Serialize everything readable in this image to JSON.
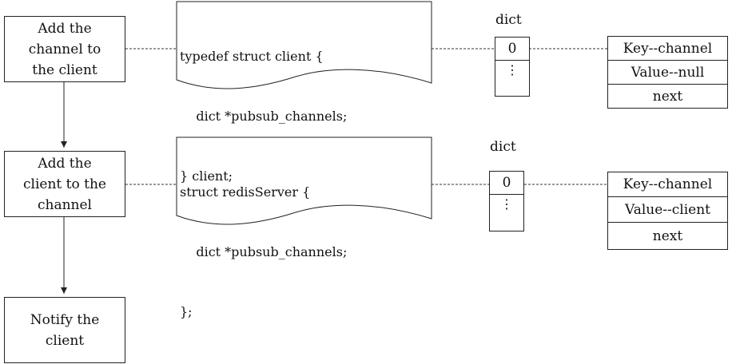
{
  "steps": [
    {
      "label": "Add the\nchannel to\nthe client"
    },
    {
      "label": "Add the\nclient to the\nchannel"
    },
    {
      "label": "Notify the\nclient"
    }
  ],
  "code_blocks": [
    {
      "lines": [
        "typedef struct client {",
        "    dict *pubsub_channels;",
        "} client;"
      ]
    },
    {
      "lines": [
        "struct redisServer {",
        "    dict *pubsub_channels;",
        "};"
      ]
    }
  ],
  "dicts": [
    {
      "title": "dict",
      "slot": "0",
      "more": "⋮"
    },
    {
      "title": "dict",
      "slot": "0",
      "more": "⋮"
    }
  ],
  "entries": [
    {
      "key": "Key--channel",
      "value": "Value--null",
      "next": "next"
    },
    {
      "key": "Key--channel",
      "value": "Value--client",
      "next": "next"
    }
  ]
}
